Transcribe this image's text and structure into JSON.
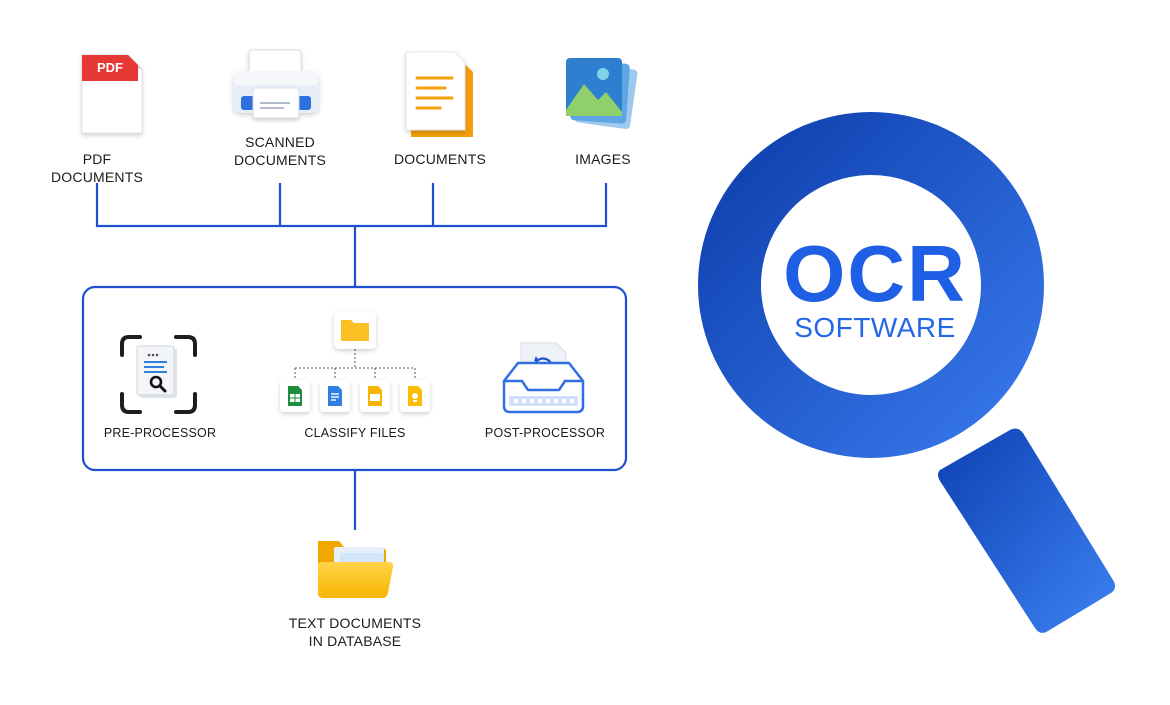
{
  "diagram": {
    "sources": [
      {
        "id": "pdf",
        "label_lines": [
          "PDF DOCUMENTS"
        ],
        "badge": "PDF",
        "icon": "pdf-file-icon"
      },
      {
        "id": "scanned",
        "label_lines": [
          "SCANNED",
          "DOCUMENTS"
        ],
        "icon": "printer-scanner-icon"
      },
      {
        "id": "documents",
        "label_lines": [
          "DOCUMENTS"
        ],
        "icon": "document-icon"
      },
      {
        "id": "images",
        "label_lines": [
          "IMAGES"
        ],
        "icon": "image-stack-icon"
      }
    ],
    "processing_steps": [
      {
        "id": "pre",
        "label": "PRE-PROCESSOR",
        "icon": "document-scan-icon"
      },
      {
        "id": "classify",
        "label": "CLASSIFY FILES",
        "icon": "folder-tree-icon",
        "file_types": [
          "sheets-icon",
          "docs-icon",
          "slides-icon",
          "keep-icon"
        ]
      },
      {
        "id": "post",
        "label": "POST-PROCESSOR",
        "icon": "inbox-tray-icon"
      }
    ],
    "output": {
      "label_lines": [
        "TEXT DOCUMENTS",
        "IN DATABASE"
      ],
      "icon": "open-folder-icon"
    },
    "badge": {
      "title": "OCR",
      "subtitle": "SOFTWARE",
      "icon": "magnifying-glass-icon"
    }
  },
  "colors": {
    "connector": "#1f4fd0",
    "brand_blue": "#1f5fe6",
    "folder_yellow": "#fbbf24",
    "pdf_red": "#e53935",
    "doc_orange": "#f59e0b"
  }
}
